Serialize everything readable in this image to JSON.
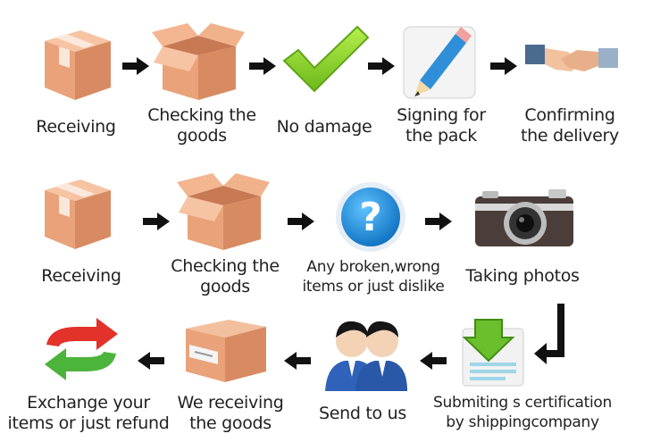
{
  "rows": [
    {
      "steps": [
        {
          "icon": "closed-box-icon",
          "label": "Receiving"
        },
        {
          "icon": "open-box-icon",
          "label_lines": [
            "Checking the",
            "goods"
          ]
        },
        {
          "icon": "checkmark-icon",
          "label": "No damage"
        },
        {
          "icon": "pencil-sign-icon",
          "label_lines": [
            "Signing for",
            "the pack"
          ]
        },
        {
          "icon": "handshake-icon",
          "label_lines": [
            "Confirming",
            "the delivery"
          ]
        }
      ]
    },
    {
      "steps": [
        {
          "icon": "closed-box-icon",
          "label": "Receiving"
        },
        {
          "icon": "open-box-icon",
          "label_lines": [
            "Checking the",
            "goods"
          ]
        },
        {
          "icon": "question-mark-icon",
          "label_lines": [
            "Any broken,wrong",
            "items or just dislike"
          ]
        },
        {
          "icon": "camera-icon",
          "label": "Taking photos"
        }
      ]
    },
    {
      "steps": [
        {
          "icon": "exchange-arrows-icon",
          "label_lines": [
            "Exchange your",
            "items or just refund"
          ]
        },
        {
          "icon": "sealed-box-icon",
          "label_lines": [
            "We receiving",
            "the goods"
          ]
        },
        {
          "icon": "customer-service-icon",
          "label": "Send to us"
        },
        {
          "icon": "document-download-icon",
          "label_lines": [
            "Submiting s certification",
            "by shippingcompany"
          ]
        }
      ]
    }
  ],
  "colors": {
    "box": "#e9a27a",
    "box_dark": "#d58a63",
    "tape": "#f7e4d8",
    "check": "#8fd12b",
    "arrow": "#111111",
    "question": "#1f8fd8",
    "exchange_red": "#e2322a",
    "exchange_green": "#4cb43a"
  }
}
